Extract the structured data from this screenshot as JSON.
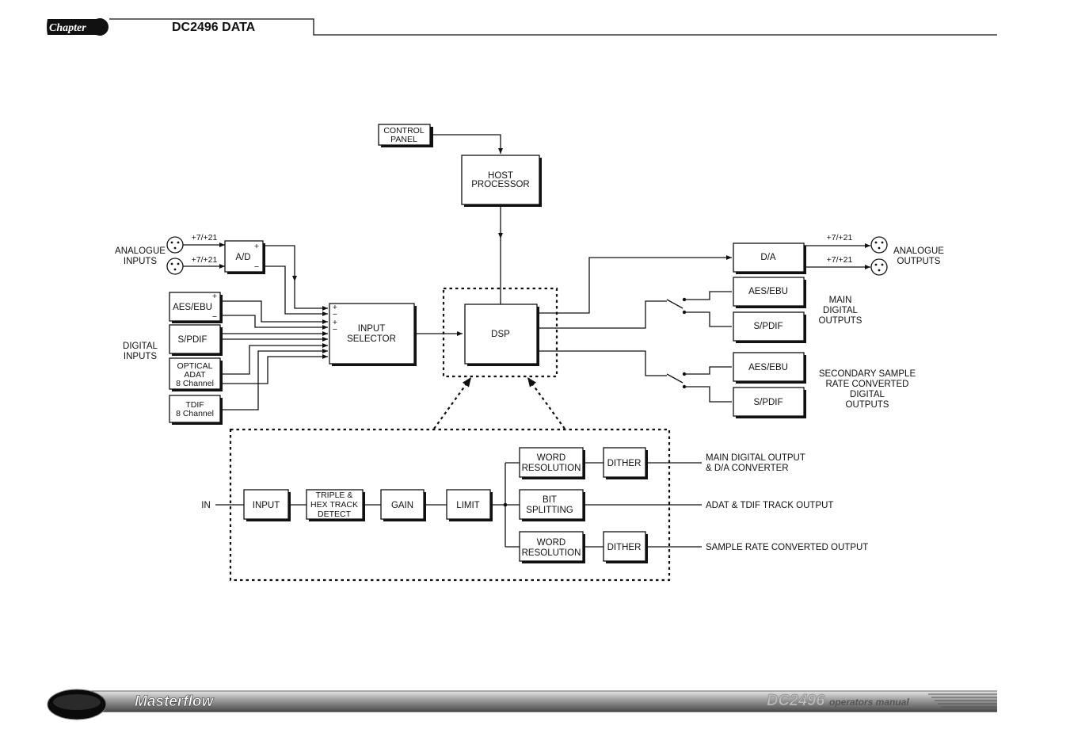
{
  "header": {
    "chapter_label": "Chapter",
    "title": "DC2496 DATA"
  },
  "footer": {
    "brand": "Masterflow",
    "model": "DC2496",
    "manual": "operators manual"
  },
  "diagram": {
    "control_panel": [
      "CONTROL",
      "PANEL"
    ],
    "host_processor": [
      "HOST",
      "PROCESSOR"
    ],
    "analogue_inputs_label": [
      "ANALOGUE",
      "INPUTS"
    ],
    "gain_label_top": "+7/+21",
    "gain_label_bottom": "+7/+21",
    "ad": "A/D",
    "digital_inputs_label": [
      "DIGITAL",
      "INPUTS"
    ],
    "aes_ebu_in": "AES/EBU",
    "spdif_in": "S/PDIF",
    "optical": [
      "OPTICAL",
      "ADAT",
      "8 Channel"
    ],
    "tdif": [
      "TDIF",
      "8 Channel"
    ],
    "input_selector": [
      "INPUT",
      "SELECTOR"
    ],
    "dsp": "DSP",
    "da": "D/A",
    "out_gain_top": "+7/+21",
    "out_gain_bottom": "+7/+21",
    "analogue_outputs_label": [
      "ANALOGUE",
      "OUTPUTS"
    ],
    "aes_ebu_main": "AES/EBU",
    "spdif_main": "S/PDIF",
    "main_digital_label": [
      "MAIN",
      "DIGITAL",
      "OUTPUTS"
    ],
    "aes_ebu_secondary": "AES/EBU",
    "spdif_secondary": "S/PDIF",
    "secondary_label": [
      "SECONDARY SAMPLE",
      "RATE CONVERTED",
      "DIGITAL",
      "OUTPUTS"
    ],
    "plus": "+",
    "minus": "−",
    "detail": {
      "in_label": "IN",
      "input": "INPUT",
      "triple_hex": [
        "TRIPLE &",
        "HEX TRACK",
        "DETECT"
      ],
      "gain": "GAIN",
      "limit": "LIMIT",
      "word_resolution_1": [
        "WORD",
        "RESOLUTION"
      ],
      "dither_1": "DITHER",
      "bit_splitting": [
        "BIT",
        "SPLITTING"
      ],
      "word_resolution_2": [
        "WORD",
        "RESOLUTION"
      ],
      "dither_2": "DITHER",
      "out_main": [
        "MAIN DIGITAL OUTPUT",
        "& D/A CONVERTER"
      ],
      "out_adat": "ADAT & TDIF TRACK OUTPUT",
      "out_src": "SAMPLE RATE CONVERTED OUTPUT"
    }
  }
}
